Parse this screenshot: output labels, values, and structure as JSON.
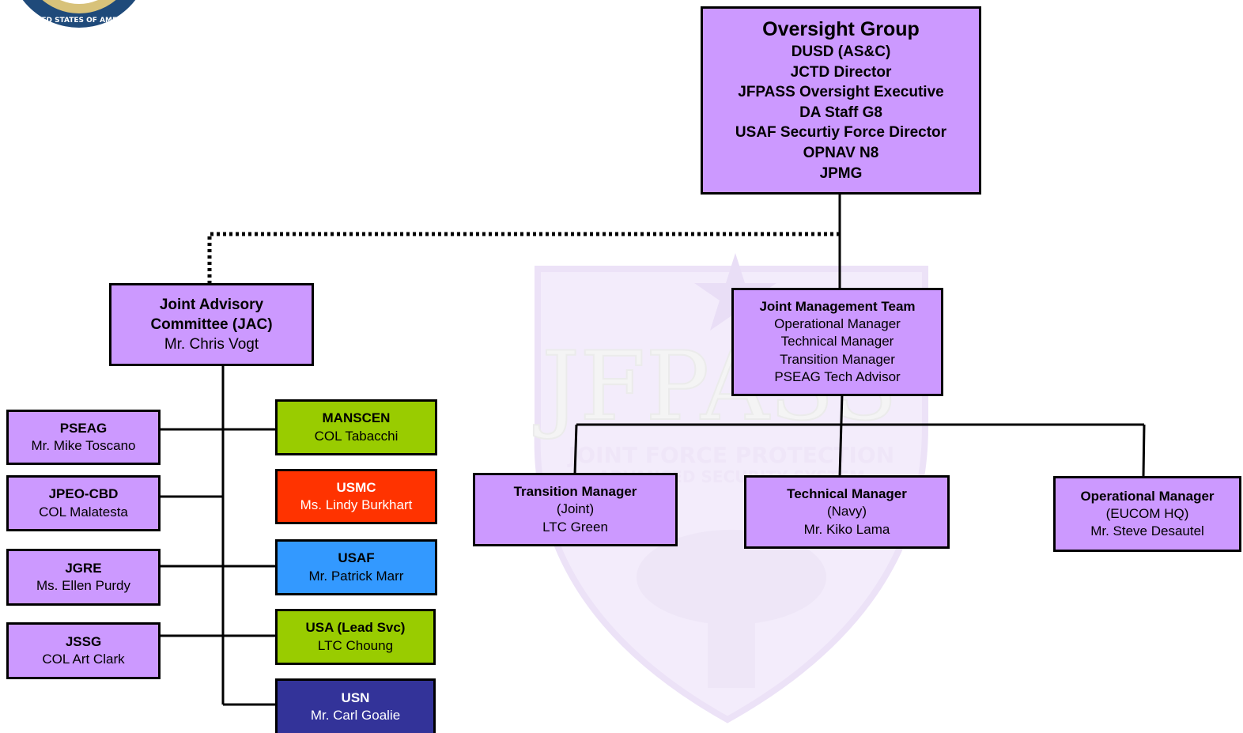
{
  "colors": {
    "purple": "#cc99ff",
    "green": "#99cc00",
    "red": "#ff3300",
    "blue": "#3399ff",
    "navy": "#333399"
  },
  "watermark": {
    "letters": "JFPASS",
    "line1": "JOINT FORCE PROTECTION",
    "line2": "ADVANCED SECURITY SYSTEM"
  },
  "seal": {
    "text": "UNITED STATES OF AMERICA"
  },
  "oversight": {
    "title": "Oversight Group",
    "lines": [
      "DUSD (AS&C)",
      "JCTD Director",
      "JFPASS Oversight Executive",
      "DA Staff G8",
      "USAF Securtiy Force Director",
      "OPNAV N8",
      "JPMG"
    ]
  },
  "jac": {
    "title1": "Joint Advisory",
    "title2": "Committee (JAC)",
    "name": "Mr. Chris Vogt"
  },
  "jmt": {
    "title": "Joint Management Team",
    "lines": [
      "Operational Manager",
      "Technical Manager",
      "Transition Manager",
      "PSEAG Tech Advisor"
    ]
  },
  "left_boxes": [
    {
      "title": "PSEAG",
      "name": "Mr. Mike Toscano"
    },
    {
      "title": "JPEO-CBD",
      "name": "COL Malatesta"
    },
    {
      "title": "JGRE",
      "name": "Ms. Ellen Purdy"
    },
    {
      "title": "JSSG",
      "name": "COL Art Clark"
    }
  ],
  "right_boxes": [
    {
      "title": "MANSCEN",
      "name": "COL Tabacchi"
    },
    {
      "title": "USMC",
      "name": "Ms. Lindy Burkhart"
    },
    {
      "title": "USAF",
      "name": "Mr. Patrick Marr"
    },
    {
      "title": "USA (Lead Svc)",
      "name": "LTC Choung"
    },
    {
      "title": "USN",
      "name": "Mr. Carl Goalie"
    }
  ],
  "managers": [
    {
      "title": "Transition Manager",
      "sub": "(Joint)",
      "name": "LTC Green"
    },
    {
      "title": "Technical Manager",
      "sub": "(Navy)",
      "name": "Mr. Kiko Lama"
    },
    {
      "title": "Operational Manager",
      "sub": "(EUCOM HQ)",
      "name": "Mr. Steve Desautel"
    }
  ]
}
